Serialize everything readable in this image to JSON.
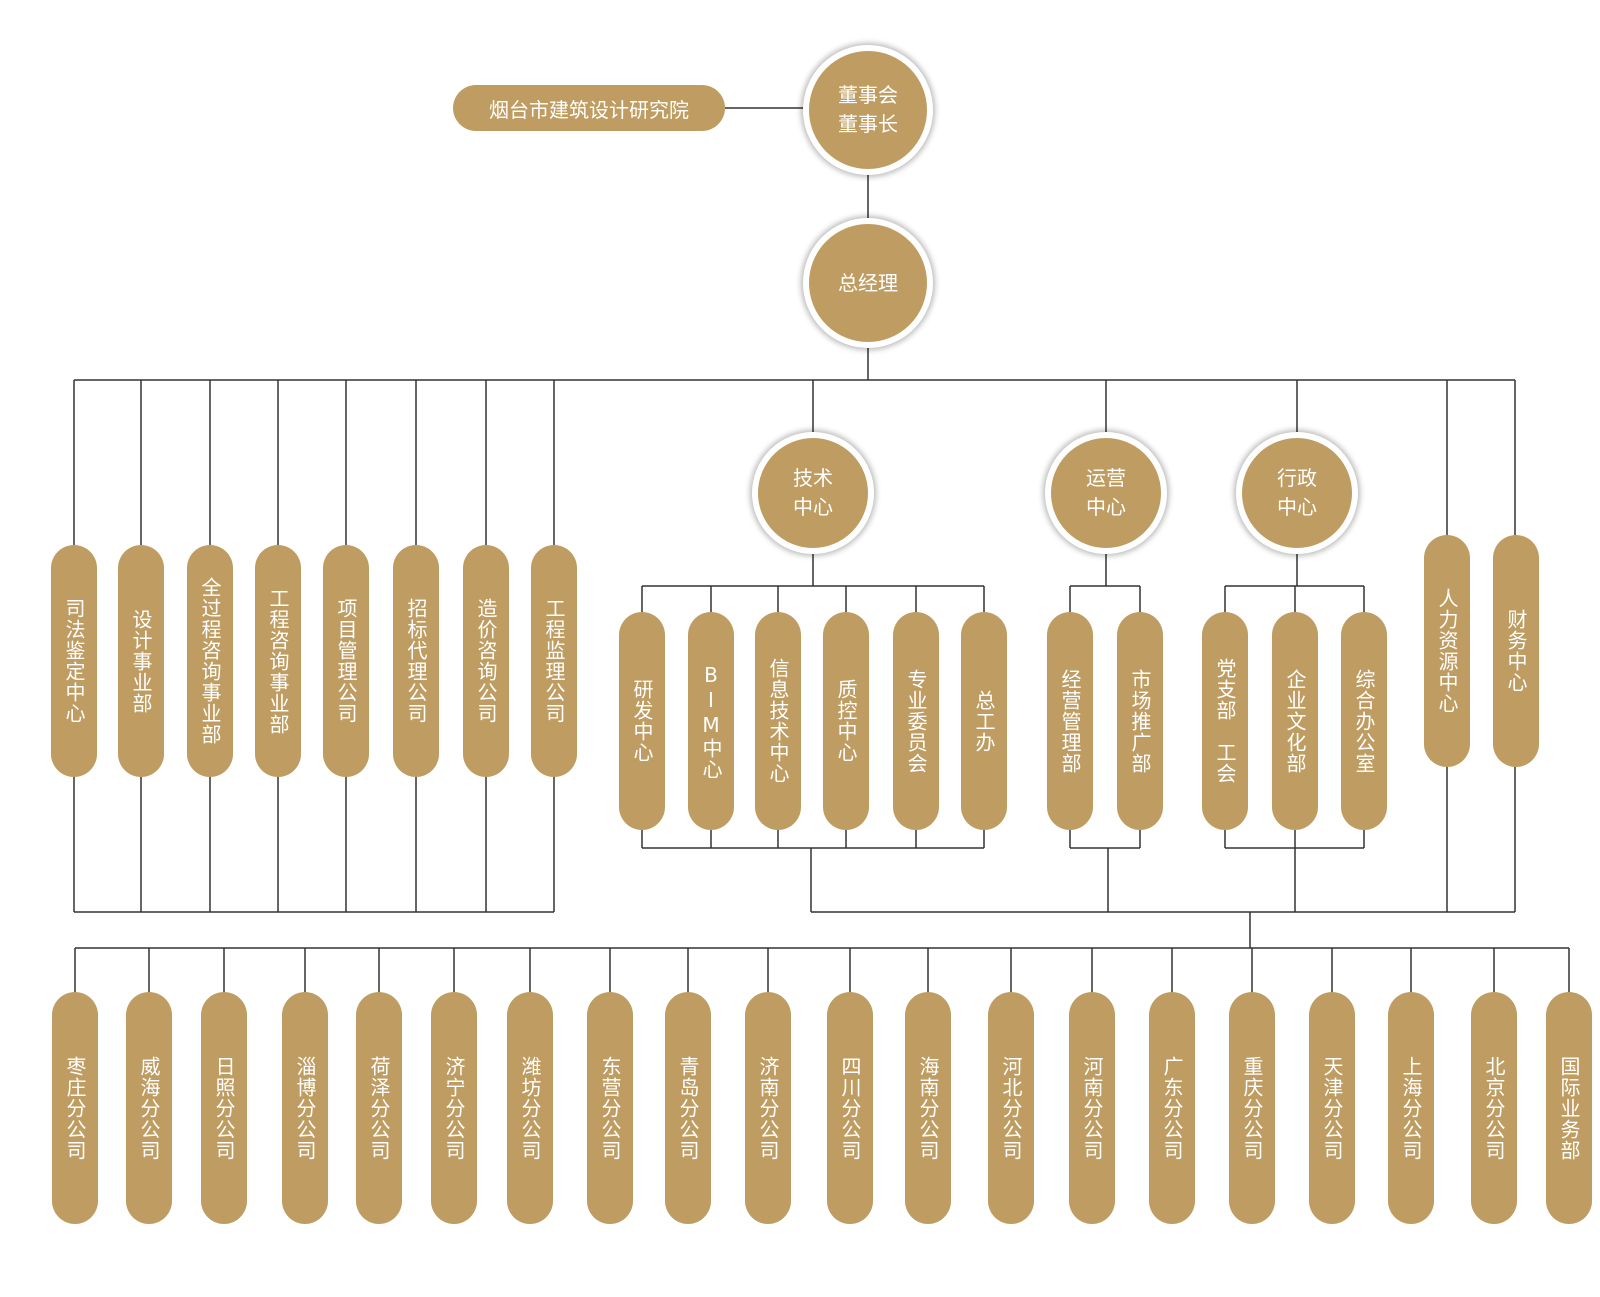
{
  "institute": "烟台市建筑设计研究院",
  "board": {
    "line1": "董事会",
    "line2": "董事长"
  },
  "gm": "总经理",
  "direct_departments": [
    "司法鉴定中心",
    "设计事业部",
    "全过程咨询事业部",
    "工程咨询事业部",
    "项目管理公司",
    "招标代理公司",
    "造价咨询公司",
    "工程监理公司"
  ],
  "centers": [
    {
      "line1": "技术",
      "line2": "中心",
      "units": [
        "研发中心",
        "BIM中心",
        "信息技术中心",
        "质控中心",
        "专业委员会",
        "总工办"
      ]
    },
    {
      "line1": "运营",
      "line2": "中心",
      "units": [
        "经营管理部",
        "市场推广部"
      ]
    },
    {
      "line1": "行政",
      "line2": "中心",
      "units": [
        "党支部　工会",
        "企业文化部",
        "综合办公室"
      ]
    }
  ],
  "side_departments": [
    "人力资源中心",
    "财务中心"
  ],
  "branches": [
    "枣庄分公司",
    "威海分公司",
    "日照分公司",
    "淄博分公司",
    "荷泽分公司",
    "济宁分公司",
    "潍坊分公司",
    "东营分公司",
    "青岛分公司",
    "济南分公司",
    "四川分公司",
    "海南分公司",
    "河北分公司",
    "河南分公司",
    "广东分公司",
    "重庆分公司",
    "天津分公司",
    "上海分公司",
    "北京分公司",
    "国际业务部"
  ]
}
